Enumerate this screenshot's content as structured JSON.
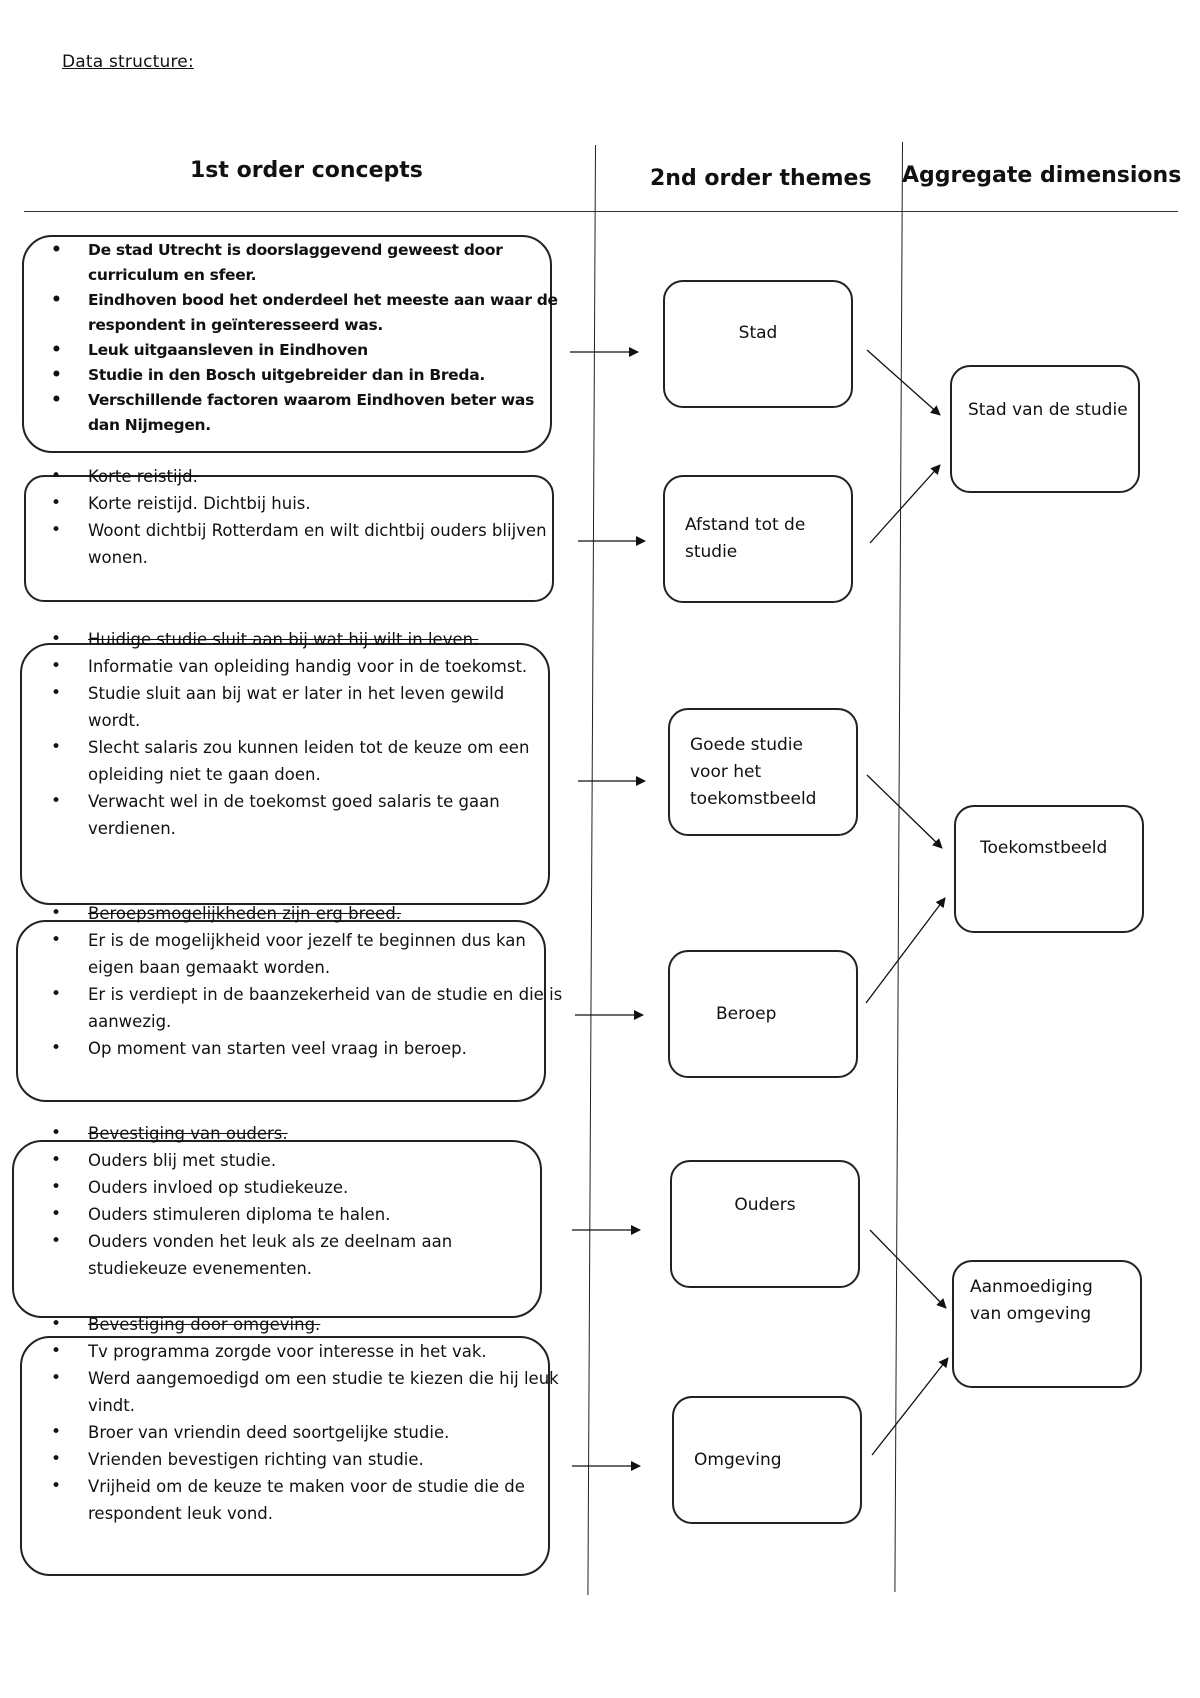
{
  "page_title": "Data structure:",
  "headers": {
    "first_order": "1st order concepts",
    "second_order": "2nd order themes",
    "aggregate": "Aggregate dimensions"
  },
  "concept_groups": [
    {
      "items": [
        "De stad Utrecht is doorslaggevend geweest door curriculum en sfeer.",
        "Eindhoven bood het onderdeel het meeste aan waar de respondent in geïnteresseerd was.",
        "Leuk uitgaansleven in Eindhoven",
        "Studie in den Bosch uitgebreider dan in Breda.",
        "Verschillende factoren waarom Eindhoven beter was dan Nijmegen."
      ]
    },
    {
      "items": [
        "Korte reistijd.",
        "Korte reistijd. Dichtbij huis.",
        "Woont dichtbij Rotterdam en wilt dichtbij ouders blijven wonen."
      ]
    },
    {
      "items": [
        "Huidige studie sluit aan bij wat hij wilt in leven.",
        "Informatie van opleiding handig voor in de toekomst.",
        "Studie sluit aan bij wat er later in het leven gewild wordt.",
        "Slecht salaris zou kunnen leiden tot de keuze om een opleiding niet te gaan doen.",
        "Verwacht wel in de toekomst goed salaris te gaan verdienen."
      ]
    },
    {
      "items": [
        "Beroepsmogelijkheden zijn erg breed.",
        "Er is de mogelijkheid voor jezelf te beginnen dus kan eigen baan gemaakt worden.",
        "Er is verdiept in de baanzekerheid van de studie en die is aanwezig.",
        "Op moment van starten veel vraag in beroep."
      ]
    },
    {
      "items": [
        "Bevestiging van ouders.",
        "Ouders blij met studie.",
        "Ouders invloed op studiekeuze.",
        "Ouders stimuleren diploma te halen.",
        "Ouders vonden het leuk als ze deelnam aan studiekeuze evenementen."
      ]
    },
    {
      "items": [
        "Bevestiging door omgeving.",
        "Tv programma zorgde voor interesse in het vak.",
        "Werd aangemoedigd om een studie te kiezen die hij leuk vindt.",
        "Broer van vriendin deed soortgelijke studie.",
        "Vrienden bevestigen richting van studie.",
        "Vrijheid om de keuze te maken voor de studie die de respondent leuk vond."
      ]
    }
  ],
  "themes": [
    "Stad",
    "Afstand tot de studie",
    "Goede studie voor het toekomstbeeld",
    "Beroep",
    "Ouders",
    "Omgeving"
  ],
  "dimensions": [
    "Stad van de studie",
    "Toekomstbeeld",
    "Aanmoediging van omgeving"
  ]
}
